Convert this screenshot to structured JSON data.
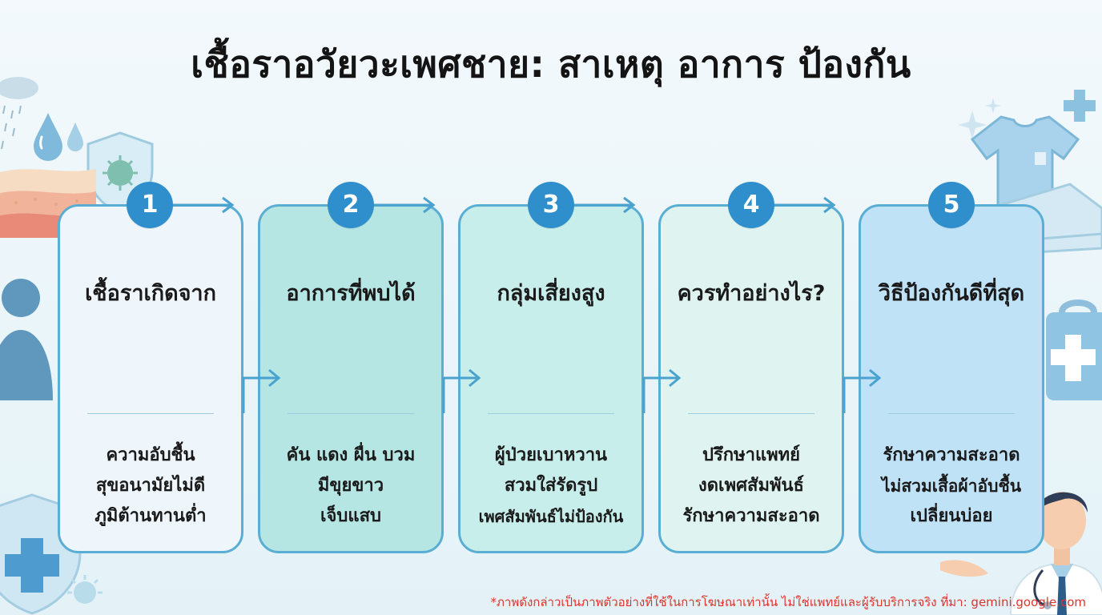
{
  "title": "เชื้อราอวัยวะเพศชาย: สาเหตุ อาการ ป้องกัน",
  "cards": [
    {
      "number": "1",
      "heading": "เชื้อราเกิดจาก",
      "lines": [
        "ความอับชื้น",
        "สุขอนามัยไม่ดี",
        "ภูมิต้านทานต่ำ"
      ]
    },
    {
      "number": "2",
      "heading": "อาการที่พบได้",
      "lines": [
        "คัน แดง ผื่น บวม",
        "มีขุยขาว",
        "เจ็บแสบ"
      ]
    },
    {
      "number": "3",
      "heading": "กลุ่มเสี่ยงสูง",
      "lines": [
        "ผู้ป่วยเบาหวาน",
        "สวมใส่รัดรูป",
        "เพศสัมพันธ์ไม่ป้องกัน"
      ]
    },
    {
      "number": "4",
      "heading": "ควรทำอย่างไร?",
      "lines": [
        "ปรึกษาแพทย์",
        "งดเพศสัมพันธ์",
        "รักษาความสะอาด"
      ]
    },
    {
      "number": "5",
      "heading": "วิธีป้องกันดีที่สุด",
      "lines": [
        "รักษาความสะอาด",
        "ไม่สวมเสื้อผ้าอับชื้น",
        "เปลี่ยนบ่อย"
      ]
    }
  ],
  "footer": "*ภาพดังกล่าวเป็นภาพตัวอย่างที่ใช้ในการโฆษณาเท่านั้น ไม่ใช่แพทย์และผู้รับบริการจริง ที่มา: gemini.google.com",
  "colors": {
    "badge": "#2f8fcc",
    "border": "#5aaed4",
    "footer": "#e0322a",
    "card_fills": [
      "#eef6fc",
      "#b6e6e4",
      "#c8eeeb",
      "#dff4f1",
      "#bfe2f7"
    ]
  },
  "icons": [
    "virus-shield-icon",
    "water-drop-icon",
    "skin-layer-icon",
    "person-silhouette-icon",
    "shirt-icon",
    "first-aid-kit-icon",
    "doctor-icon",
    "medical-shield-icon",
    "sparkle-icon"
  ]
}
